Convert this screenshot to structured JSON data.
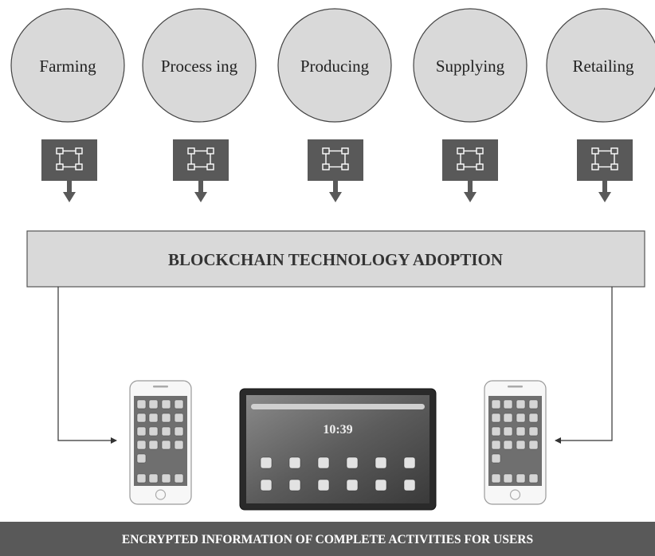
{
  "stages": [
    {
      "label": "Farming"
    },
    {
      "label": "Process ing"
    },
    {
      "label": "Producing"
    },
    {
      "label": "Supplying"
    },
    {
      "label": "Retailing"
    }
  ],
  "block_icon": "blockchain-network-icon",
  "adoption_box": {
    "label": "BLOCKCHAIN TECHNOLOGY ADOPTION"
  },
  "tablet": {
    "clock": "10:39"
  },
  "footer": {
    "label": "ENCRYPTED INFORMATION OF COMPLETE ACTIVITIES FOR USERS"
  },
  "colors": {
    "circle_fill": "#d9d9d9",
    "icon_box": "#595959",
    "adoption_fill": "#d9d9d9",
    "footer_fill": "#595959",
    "footer_text": "#ffffff",
    "line": "#333333"
  }
}
